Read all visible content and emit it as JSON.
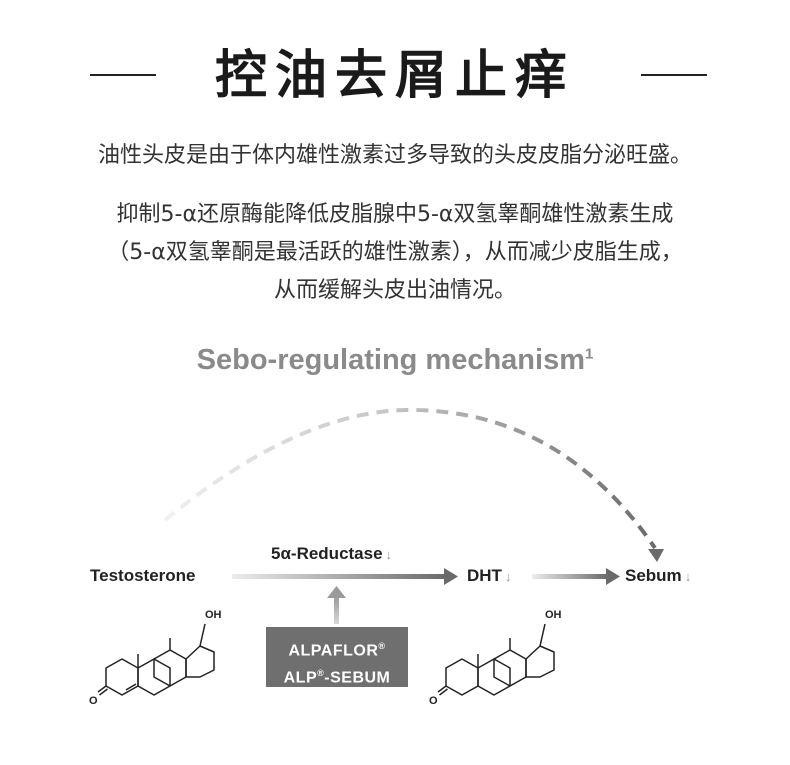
{
  "title": "控油去屑止痒",
  "intro": "油性头皮是由于体内雄性激素过多导致的头皮皮脂分泌旺盛。",
  "paragraph": [
    "抑制5-α还原酶能降低皮脂腺中5-α双氢睾酮雄性激素生成",
    "（5-α双氢睾酮是最活跃的雄性激素），从而减少皮脂生成，",
    "从而缓解头皮出油情况。"
  ],
  "mechanism": {
    "title": "Sebo-regulating mechanism",
    "footnote": "1",
    "testosterone": "Testosterone",
    "enzyme": "5α-Reductase",
    "dht": "DHT",
    "sebum": "Sebum",
    "down_arrow": "↓",
    "product_line1": "ALPAFLOR",
    "product_line2_a": "ALP",
    "product_line2_b": "-SEBUM",
    "registered": "®",
    "oh_label": "OH",
    "o_label": "O"
  },
  "colors": {
    "title": "#1a1a1a",
    "mechanism_title": "#8a8a8a",
    "arrow_start": "#e6e6e6",
    "arrow_end": "#6f6f6f",
    "product_box": "#6f6f6f",
    "dashed_arc": "#c8c8c8"
  }
}
